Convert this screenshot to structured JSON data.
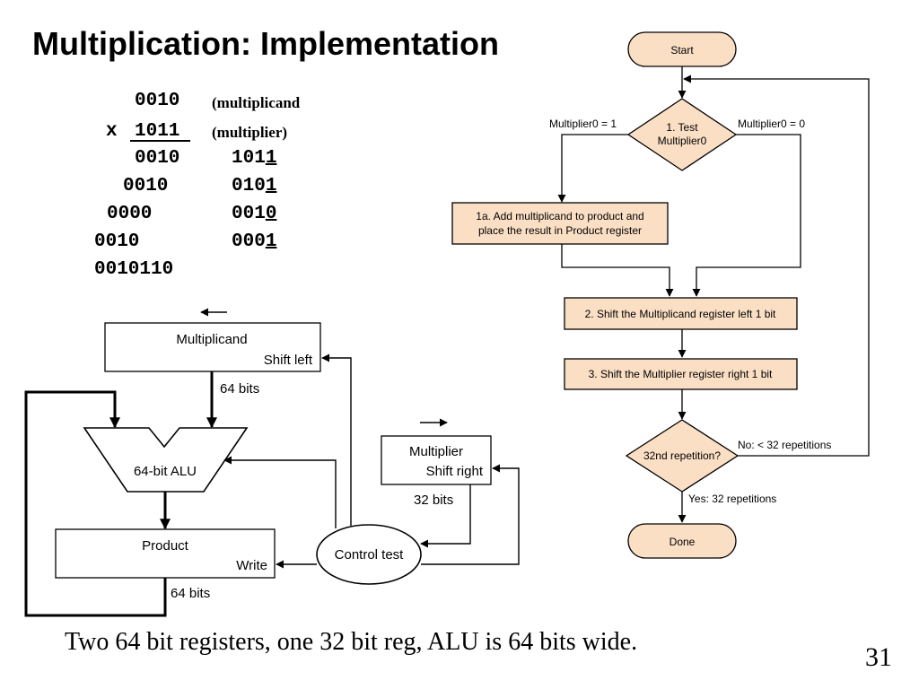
{
  "slide": {
    "title": "Multiplication:  Implementation",
    "caption": "Two 64 bit registers, one 32 bit reg, ALU is 64 bits wide.",
    "page_number": "31"
  },
  "worked_example": {
    "multiplicand": "0010",
    "multiplicand_label": "(multiplicand",
    "multiplier_sign": "x",
    "multiplier": "1011",
    "multiplier_label": "(multiplier)",
    "partial_products": [
      "0010",
      "0010",
      "0000",
      "0010"
    ],
    "result": "0010110",
    "multiplier_states": [
      {
        "head": "101",
        "tail": "1"
      },
      {
        "head": "010",
        "tail": "1"
      },
      {
        "head": "001",
        "tail": "0"
      },
      {
        "head": "000",
        "tail": "1"
      }
    ]
  },
  "hardware": {
    "multiplicand_register": {
      "name": "Multiplicand",
      "action": "Shift left"
    },
    "multiplicand_width": "64 bits",
    "alu_label": "64-bit ALU",
    "product_register": {
      "name": "Product",
      "action": "Write"
    },
    "product_width": "64 bits",
    "multiplier_register": {
      "name": "Multiplier",
      "action": "Shift right"
    },
    "multiplier_width": "32 bits",
    "control": "Control test"
  },
  "flowchart": {
    "start": "Start",
    "test": {
      "line1": "1. Test",
      "line2": "Multiplier0"
    },
    "branch_one": "Multiplier0 = 1",
    "branch_zero": "Multiplier0 = 0",
    "step_1a": {
      "line1": "1a. Add multiplicand to product and",
      "line2": "place the result in Product register"
    },
    "step_2": "2. Shift the Multiplicand register left 1 bit",
    "step_3": "3. Shift the Multiplier register right 1 bit",
    "repetition_test": "32nd repetition?",
    "no_branch": "No:  < 32 repetitions",
    "yes_branch": "Yes:  32 repetitions",
    "done": "Done"
  },
  "colors": {
    "flow_fill": "#fbdfc5",
    "line": "#000000",
    "background": "#ffffff"
  }
}
